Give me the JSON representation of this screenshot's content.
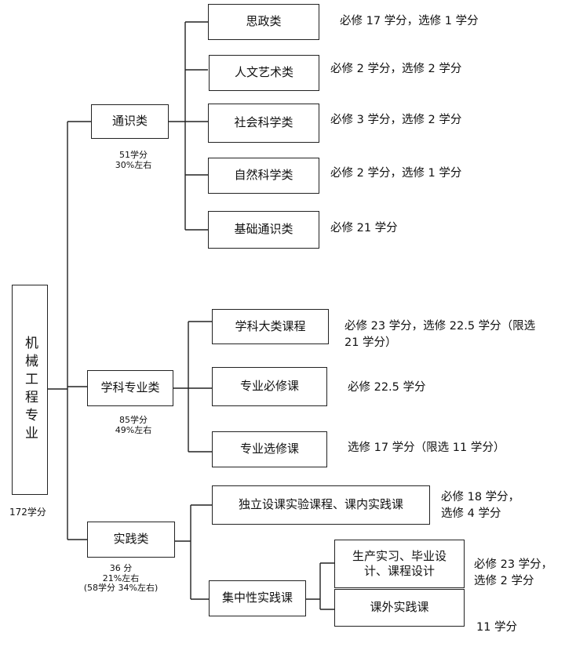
{
  "root": {
    "label": "机械工程专业",
    "total": "172学分"
  },
  "general": {
    "label": "通识类",
    "credits": "51学分",
    "percent": "30%左右",
    "items": [
      {
        "label": "思政类",
        "note": "必修 17 学分，选修 1 学分"
      },
      {
        "label": "人文艺术类",
        "note": "必修 2 学分，选修 2 学分"
      },
      {
        "label": "社会科学类",
        "note": "必修 3 学分，选修 2 学分"
      },
      {
        "label": "自然科学类",
        "note": "必修 2 学分，选修 1 学分"
      },
      {
        "label": "基础通识类",
        "note": "必修 21 学分"
      }
    ]
  },
  "discipline": {
    "label": "学科专业类",
    "credits": "85学分",
    "percent": "49%左右",
    "items": [
      {
        "label": "学科大类课程",
        "note": "必修 23 学分，选修 22.5 学分（限选 21 学分）"
      },
      {
        "label": "专业必修课",
        "note": "必修 22.5 学分"
      },
      {
        "label": "专业选修课",
        "note": "选修 17 学分（限选 11 学分）"
      }
    ]
  },
  "practice": {
    "label": "实践类",
    "credits": "36 分",
    "percent": "21%左右",
    "extra": "(58学分 34%左右)",
    "lab": {
      "label": "独立设课实验课程、课内实践课",
      "note_1": "必修 18 学分，",
      "note_2": "选修 4 学分"
    },
    "concentrated": {
      "label": "集中性实践课",
      "internship": {
        "label": "生产实习、毕业设计、课程设计",
        "note_1": "必修 23 学分，",
        "note_2": "选修 2 学分"
      },
      "extracurricular": {
        "label": "课外实践课",
        "note": "11 学分"
      }
    }
  }
}
